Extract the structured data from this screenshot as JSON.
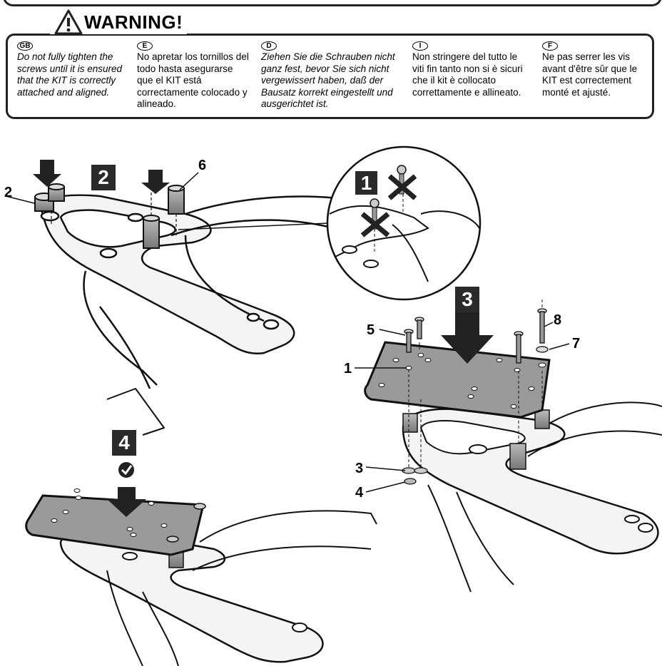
{
  "warning": {
    "title": "WARNING!",
    "languages": [
      {
        "code": "GB",
        "text": "Do not fully tighten the screws until it is ensured that the KIT is correctly attached and aligned."
      },
      {
        "code": "E",
        "text": "No apretar los tornillos del todo hasta asegurarse que el KIT está correctamente colocado y alineado."
      },
      {
        "code": "D",
        "text": "Ziehen Sie die Schrauben nicht ganz fest, bevor Sie sich nicht vergewissert haben, daß der Bausatz korrekt eingestellt und ausgerichtet ist."
      },
      {
        "code": "I",
        "text": "Non stringere del tutto le viti fin tanto non si è sicuri che il kit è collocato correttamente e allineato."
      },
      {
        "code": "F",
        "text": "Ne pas serrer les vis avant d'être sûr que le KIT est correctement monté et ajusté."
      }
    ]
  },
  "steps": [
    "1",
    "2",
    "3",
    "4"
  ],
  "parts": [
    "1",
    "2",
    "3",
    "4",
    "5",
    "6",
    "7",
    "8"
  ],
  "icons": [
    "warning-triangle-icon",
    "down-arrow-icon",
    "cross-icon",
    "check-icon"
  ]
}
